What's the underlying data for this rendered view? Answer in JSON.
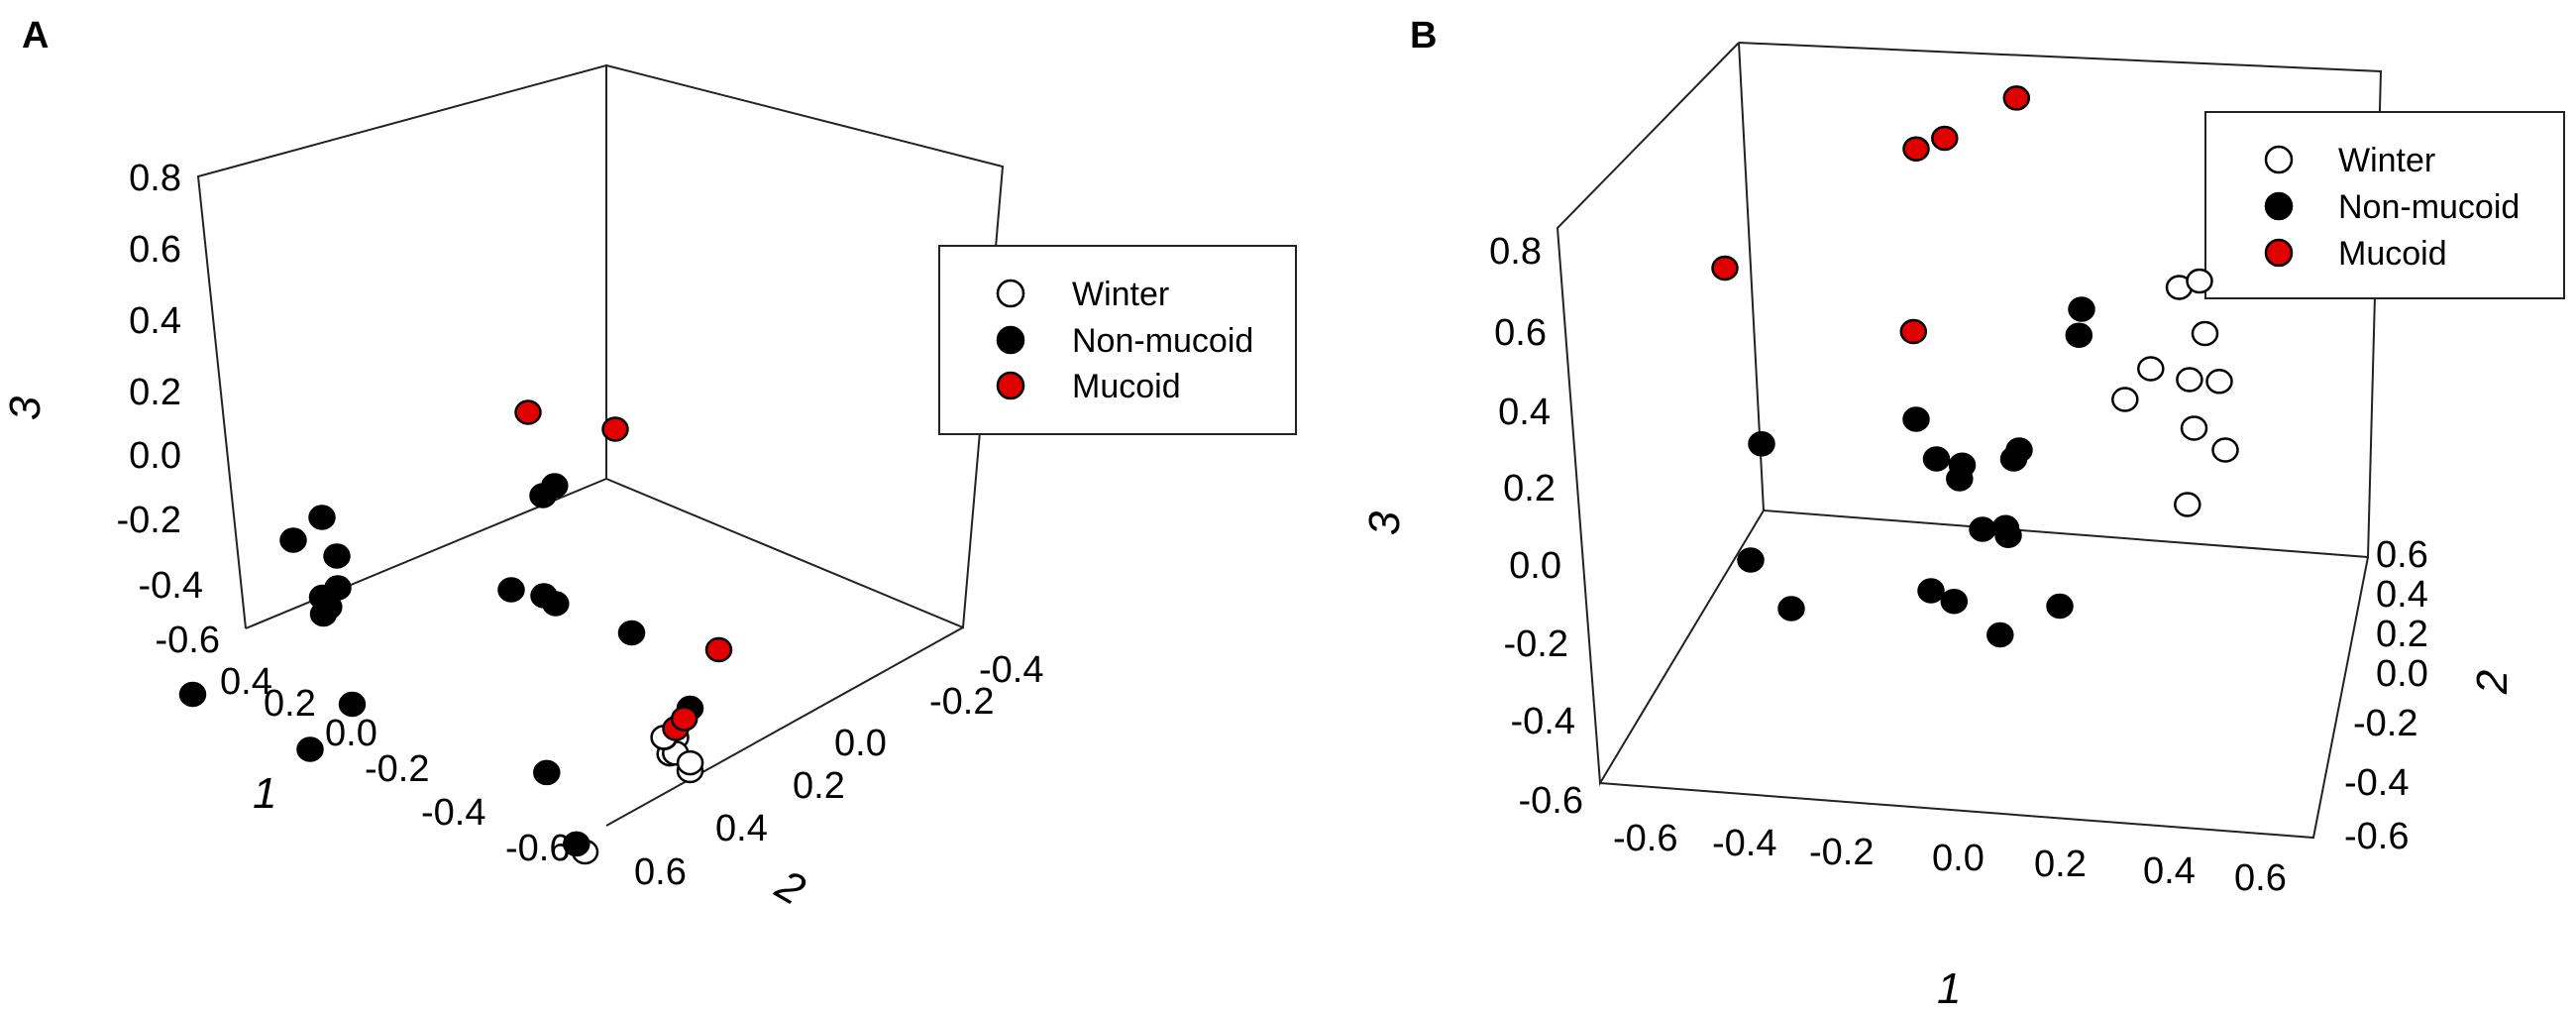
{
  "colors": {
    "Winter": "#ffffff",
    "Non-mucoid": "#000000",
    "Mucoid": "#e00000"
  },
  "chart_data": [
    {
      "type": "scatter",
      "panel_label": "A",
      "axes": {
        "x": {
          "label": "1",
          "ticks": [
            "0.4",
            "0.2",
            "0.0",
            "-0.2",
            "-0.4",
            "-0.6"
          ],
          "range": [
            -0.6,
            0.4
          ]
        },
        "y": {
          "label": "2",
          "ticks": [
            "-0.4",
            "-0.2",
            "0.0",
            "0.2",
            "0.4",
            "0.6"
          ],
          "range": [
            -0.4,
            0.6
          ]
        },
        "z": {
          "label": "3",
          "ticks": [
            "0.8",
            "0.6",
            "0.4",
            "0.2",
            "0.0",
            "-0.2",
            "-0.4",
            "-0.6"
          ],
          "range": [
            -0.6,
            0.8
          ]
        }
      },
      "legend": {
        "position": "right",
        "entries": [
          "Winter",
          "Non-mucoid",
          "Mucoid"
        ]
      },
      "series": [
        {
          "name": "Winter",
          "points": [
            [
              -0.45,
              0.1,
              -0.6
            ],
            [
              -0.28,
              0.55,
              -0.49
            ],
            [
              -0.3,
              0.55,
              -0.43
            ],
            [
              -0.35,
              0.55,
              -0.53
            ],
            [
              -0.32,
              0.53,
              -0.47
            ],
            [
              -0.26,
              0.55,
              -0.44
            ],
            [
              -0.29,
              0.52,
              -0.42
            ],
            [
              -0.34,
              0.56,
              -0.51
            ]
          ]
        },
        {
          "name": "Non-mucoid",
          "points": [
            [
              0.1,
              -0.35,
              0.5
            ],
            [
              0.0,
              -0.35,
              0.6
            ],
            [
              0.0,
              -0.3,
              0.45
            ],
            [
              -0.4,
              -0.1,
              0.35
            ],
            [
              0.1,
              -0.2,
              0.28
            ],
            [
              0.08,
              -0.25,
              0.24
            ],
            [
              0.05,
              -0.3,
              0.3
            ],
            [
              0.15,
              -0.2,
              0.18
            ],
            [
              0.45,
              -0.35,
              -0.1
            ],
            [
              0.3,
              -0.1,
              -0.35
            ],
            [
              0.05,
              -0.2,
              -0.1
            ],
            [
              -0.42,
              0.0,
              -0.3
            ],
            [
              -0.42,
              0.1,
              -0.58
            ],
            [
              -0.1,
              0.3,
              0.1
            ],
            [
              -0.12,
              0.32,
              0.07
            ],
            [
              -0.25,
              0.45,
              -0.05
            ],
            [
              -0.35,
              0.55,
              -0.32
            ],
            [
              -0.2,
              0.2,
              0.5
            ],
            [
              -0.22,
              0.22,
              0.53
            ]
          ]
        },
        {
          "name": "Mucoid",
          "points": [
            [
              -0.2,
              0.15,
              0.8
            ],
            [
              -0.4,
              0.25,
              0.75
            ],
            [
              -0.45,
              0.55,
              -0.1
            ],
            [
              -0.3,
              0.55,
              -0.4
            ],
            [
              -0.33,
              0.55,
              -0.36
            ]
          ]
        }
      ]
    },
    {
      "type": "scatter",
      "panel_label": "B",
      "axes": {
        "x": {
          "label": "1",
          "ticks": [
            "-0.6",
            "-0.4",
            "-0.2",
            "0.0",
            "0.2",
            "0.4",
            "0.6"
          ],
          "range": [
            -0.6,
            0.6
          ]
        },
        "y": {
          "label": "2",
          "ticks": [
            "0.6",
            "0.4",
            "0.2",
            "0.0",
            "-0.2",
            "-0.4",
            "-0.6"
          ],
          "range": [
            -0.6,
            0.6
          ]
        },
        "z": {
          "label": "3",
          "ticks": [
            "0.8",
            "0.6",
            "0.4",
            "0.2",
            "0.0",
            "-0.2",
            "-0.4",
            "-0.6"
          ],
          "range": [
            -0.6,
            0.8
          ]
        }
      },
      "legend": {
        "position": "top-right",
        "entries": [
          "Winter",
          "Non-mucoid",
          "Mucoid"
        ]
      },
      "series": [
        {
          "name": "Winter",
          "points": [
            [
              0.4,
              0.3,
              0.3
            ],
            [
              0.45,
              0.2,
              0.35
            ],
            [
              0.45,
              0.3,
              0.15
            ],
            [
              0.35,
              0.25,
              0.05
            ],
            [
              0.42,
              0.3,
              0.0
            ],
            [
              0.48,
              0.28,
              0.0
            ],
            [
              0.45,
              0.1,
              -0.1
            ],
            [
              0.5,
              0.2,
              -0.2
            ],
            [
              0.4,
              0.45,
              -0.45
            ],
            [
              0.3,
              0.25,
              -0.05
            ]
          ]
        },
        {
          "name": "Non-mucoid",
          "points": [
            [
              -0.4,
              0.2,
              -0.18
            ],
            [
              -0.4,
              0.0,
              -0.5
            ],
            [
              -0.3,
              -0.2,
              -0.6
            ],
            [
              -0.1,
              0.2,
              -0.1
            ],
            [
              -0.05,
              0.1,
              -0.2
            ],
            [
              0.0,
              0.1,
              -0.22
            ],
            [
              0.0,
              0.05,
              -0.25
            ],
            [
              0.1,
              0.2,
              -0.2
            ],
            [
              0.1,
              0.1,
              -0.2
            ],
            [
              0.05,
              0.0,
              -0.4
            ],
            [
              0.1,
              -0.05,
              -0.38
            ],
            [
              0.1,
              0.0,
              -0.42
            ],
            [
              -0.05,
              0.0,
              -0.6
            ],
            [
              0.0,
              -0.05,
              -0.62
            ],
            [
              0.2,
              0.0,
              -0.65
            ],
            [
              0.1,
              -0.15,
              -0.7
            ],
            [
              0.2,
              0.4,
              0.2
            ],
            [
              0.2,
              0.35,
              0.13
            ]
          ]
        },
        {
          "name": "Mucoid",
          "points": [
            [
              -0.45,
              0.0,
              0.45
            ],
            [
              -0.1,
              0.2,
              0.78
            ],
            [
              -0.05,
              0.25,
              0.8
            ],
            [
              0.1,
              0.15,
              0.96
            ],
            [
              -0.1,
              0.15,
              0.2
            ]
          ]
        }
      ]
    }
  ]
}
